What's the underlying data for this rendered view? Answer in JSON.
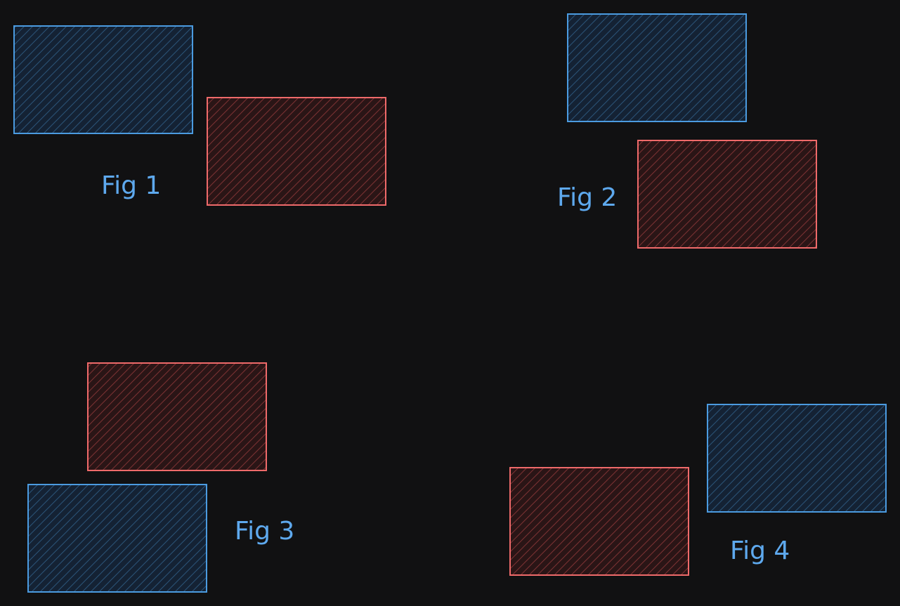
{
  "colors": {
    "background": "#111112",
    "blue": "#4b9be0",
    "blue_fill": "#142234",
    "blue_hatch": "#2b5478",
    "red": "#ef6a6a",
    "red_fill": "#2a1516",
    "red_hatch": "#7c3233",
    "label": "#5ea9ee"
  },
  "figures": [
    {
      "label": "Fig 1"
    },
    {
      "label": "Fig 2"
    },
    {
      "label": "Fig 3"
    },
    {
      "label": "Fig 4"
    }
  ]
}
